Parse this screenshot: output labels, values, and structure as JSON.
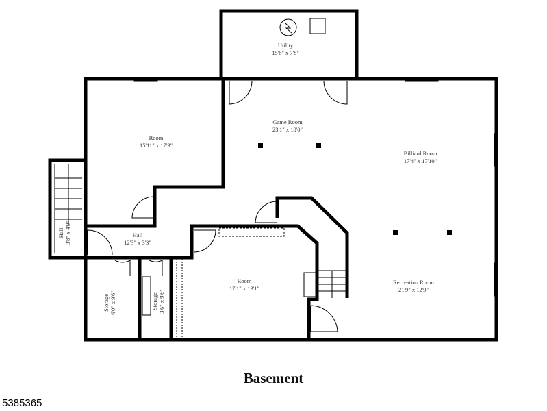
{
  "plan": {
    "rooms": [
      {
        "name": "Utility",
        "size": "15'6\" x 7'8\""
      },
      {
        "name": "Game Room",
        "size": "23'1\" x 18'0\""
      },
      {
        "name": "Billiard Room",
        "size": "17'4\" x 17'10\""
      },
      {
        "name": "Room",
        "size": "15'11\" x 17'3\""
      },
      {
        "name": "Hall",
        "size": "12'3\" x 3'3\""
      },
      {
        "name": "Hall",
        "size": "3'8\" x 4'9\""
      },
      {
        "name": "Storage",
        "size": "6'0\" x 9'6\""
      },
      {
        "name": "Storage",
        "size": "3'6\" x 9'6\""
      },
      {
        "name": "Room",
        "size": "17'1\" x 13'1\""
      },
      {
        "name": "Recreation Room",
        "size": "21'9\" x 12'9\""
      }
    ]
  },
  "title": "Basement",
  "listing_id": "5385365"
}
